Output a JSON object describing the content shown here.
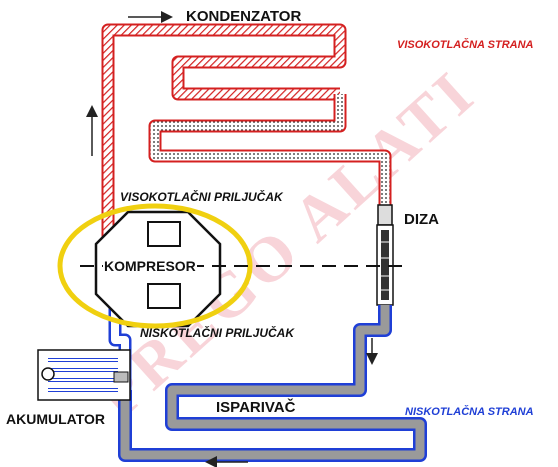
{
  "labels": {
    "condenser": "KONDENZATOR",
    "high_side": "VISOKOTLAČNA STRANA",
    "high_port": "VISOKOTLAČNI PRILJUČAK",
    "nozzle": "DIZA",
    "compressor": "KOMPRESOR",
    "low_port": "NISKOTLAČNI PRILJUČAK",
    "evaporator": "ISPARIVAČ",
    "low_side": "NISKOTLAČNA STRANA",
    "accumulator": "AKUMULATOR"
  },
  "watermark": "PREGO ALATI",
  "colors": {
    "high_side": "#d42020",
    "low_side": "#1f3fd6",
    "highlight": "#f0d010",
    "watermark": "#f4b8c0"
  }
}
